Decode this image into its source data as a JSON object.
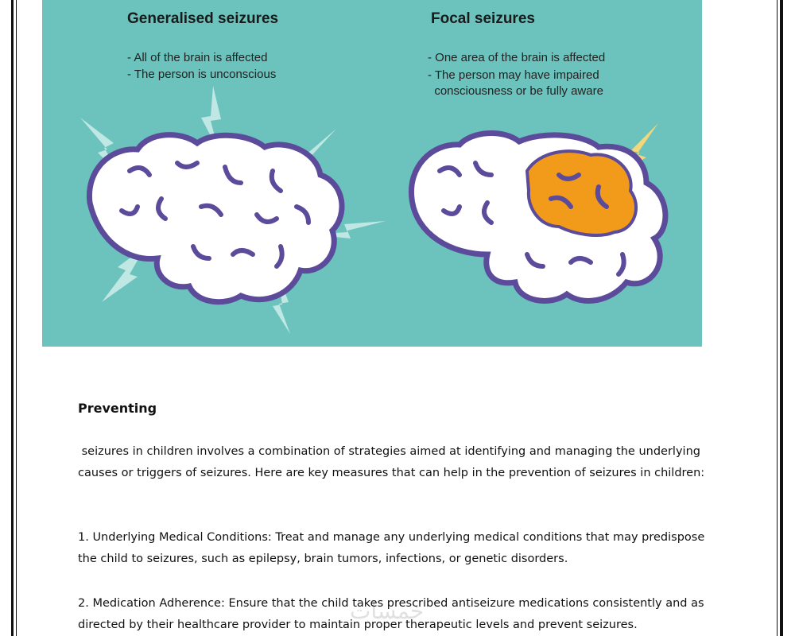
{
  "figure": {
    "generalised": {
      "title": "Generalised seizures",
      "points": [
        "- All of the brain is affected",
        "- The person is unconscious"
      ]
    },
    "focal": {
      "title": "Focal seizures",
      "points": [
        "- One area of the brain is affected",
        "- The person may have impaired",
        "  consciousness or be fully aware"
      ]
    },
    "colors": {
      "background": "#6cc2bc",
      "outline": "#5b4b9a",
      "focal_area": "#f29a1a",
      "bolt_light": "#bfe8e4",
      "bolt_focal": "#f3d77a"
    }
  },
  "section": {
    "heading": "Preventing",
    "intro": " seizures in children involves a combination of strategies aimed at identifying and managing the underlying causes or triggers of seizures. Here are key measures that can help in the prevention of seizures in children:",
    "items": [
      "1. Underlying Medical Conditions: Treat and manage any underlying medical conditions that may predispose the child to seizures, such as epilepsy, brain tumors, infections, or genetic disorders.",
      "2. Medication Adherence: Ensure that the child takes prescribed antiseizure medications consistently and as directed by their healthcare provider to maintain proper therapeutic levels and prevent seizures."
    ]
  },
  "watermark": "خمسات"
}
